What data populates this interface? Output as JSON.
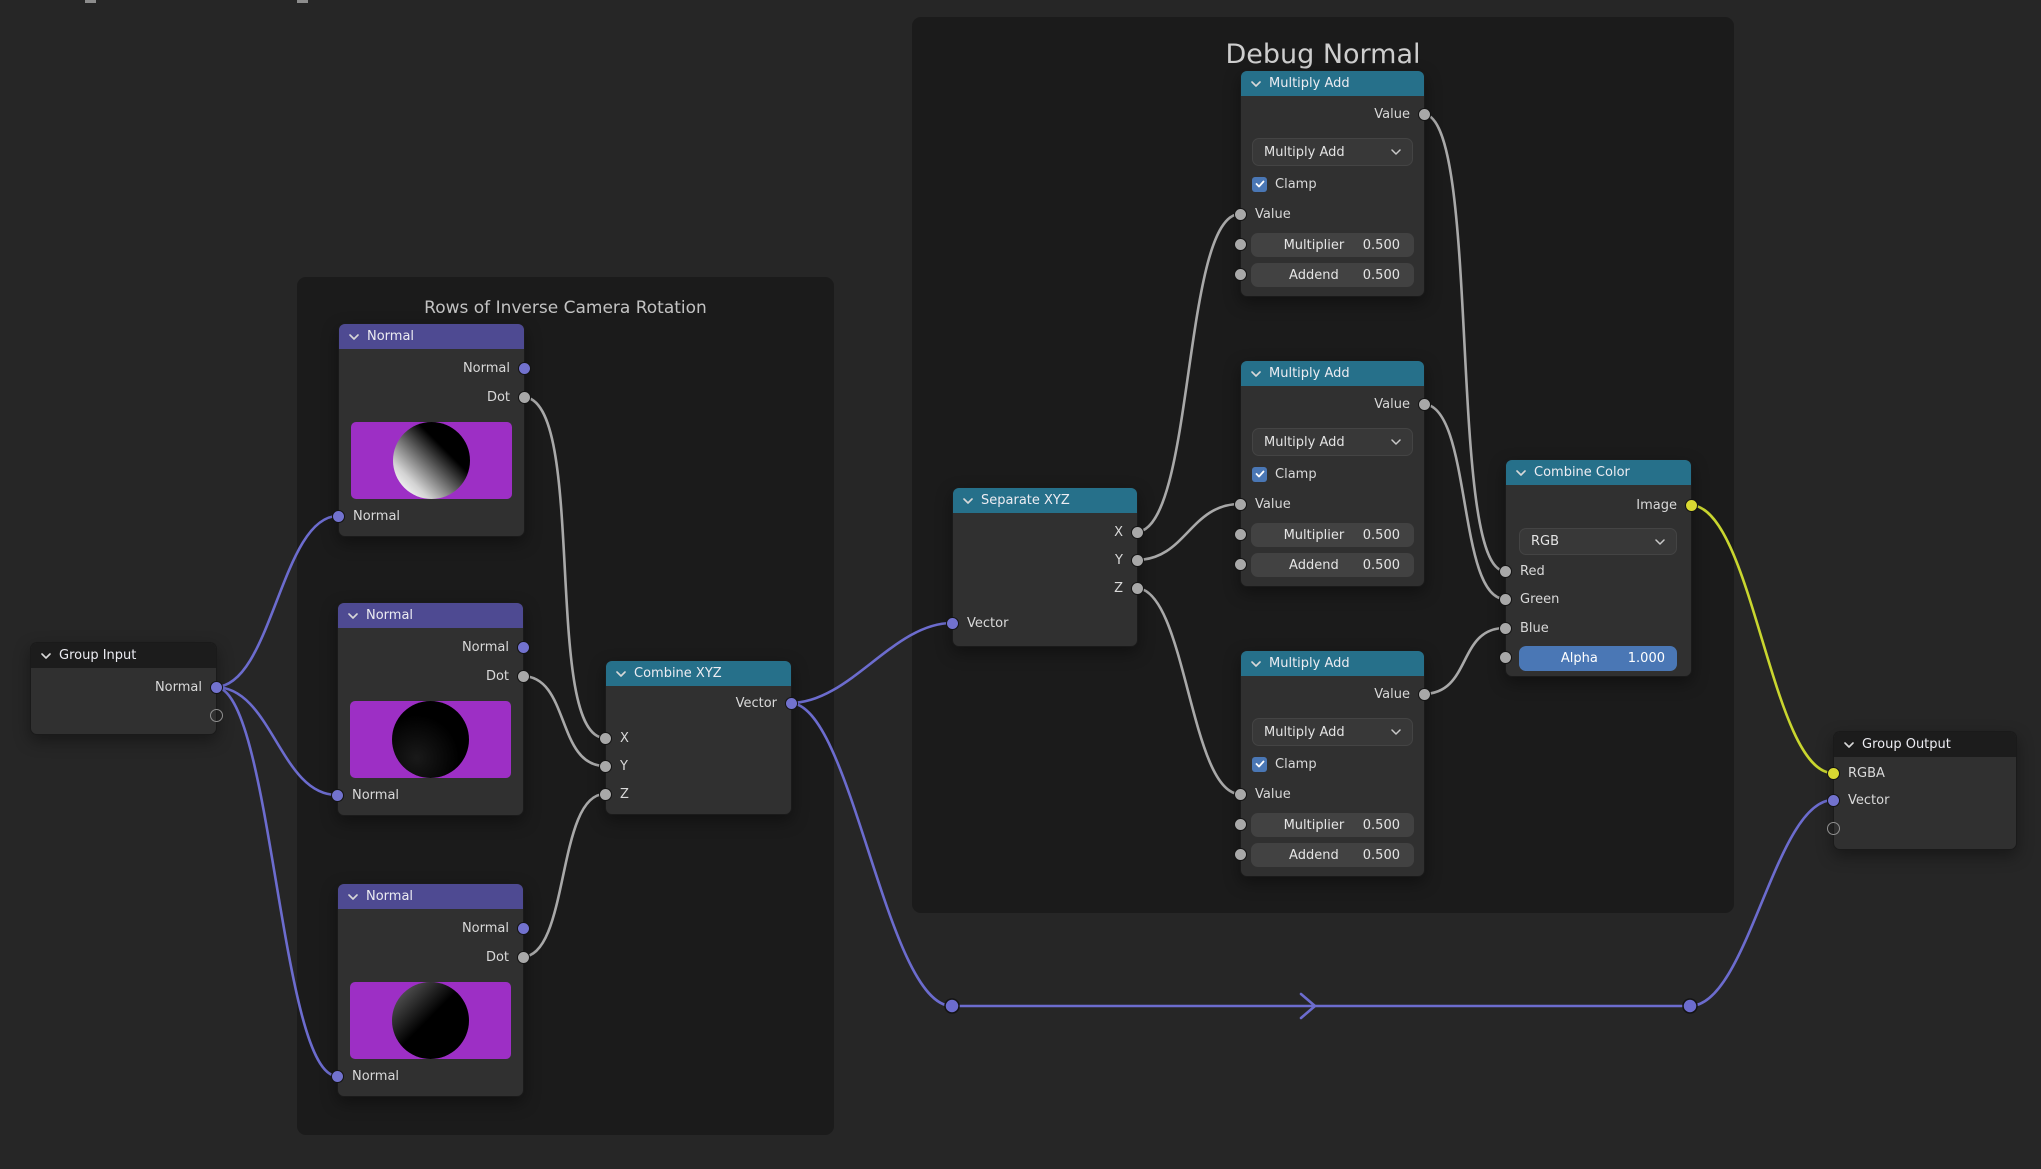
{
  "frames": {
    "rows": {
      "title": "Rows of Inverse Camera Rotation"
    },
    "debug": {
      "title": "Debug Normal"
    }
  },
  "nodes": {
    "group_input": {
      "title": "Group Input",
      "outputs": {
        "normal": "Normal"
      }
    },
    "normal": {
      "title": "Normal",
      "outputs": {
        "normal": "Normal",
        "dot": "Dot"
      },
      "inputs": {
        "normal": "Normal"
      }
    },
    "combine_xyz": {
      "title": "Combine XYZ",
      "outputs": {
        "vector": "Vector"
      },
      "inputs": {
        "x": "X",
        "y": "Y",
        "z": "Z"
      }
    },
    "separate_xyz": {
      "title": "Separate XYZ",
      "outputs": {
        "x": "X",
        "y": "Y",
        "z": "Z"
      },
      "inputs": {
        "vector": "Vector"
      }
    },
    "multiply_add": {
      "title": "Multiply Add",
      "outputs": {
        "value": "Value"
      },
      "operation": "Multiply Add",
      "clamp_label": "Clamp",
      "clamp_checked": true,
      "inputs": {
        "value": "Value",
        "multiplier_label": "Multiplier",
        "multiplier_value": "0.500",
        "addend_label": "Addend",
        "addend_value": "0.500"
      }
    },
    "combine_color": {
      "title": "Combine Color",
      "outputs": {
        "image": "Image"
      },
      "mode": "RGB",
      "inputs": {
        "red": "Red",
        "green": "Green",
        "blue": "Blue",
        "alpha_label": "Alpha",
        "alpha_value": "1.000"
      }
    },
    "group_output": {
      "title": "Group Output",
      "inputs": {
        "rgba": "RGBA",
        "vector": "Vector"
      }
    }
  },
  "normal_ball_previews": [
    "diagonal-white-to-black-gradient",
    "solid-black",
    "rim-light-upper-left"
  ],
  "links": [
    {
      "from": "Group Input.Normal",
      "to": "Normal 1.Normal",
      "type": "vector"
    },
    {
      "from": "Group Input.Normal",
      "to": "Normal 2.Normal",
      "type": "vector"
    },
    {
      "from": "Group Input.Normal",
      "to": "Normal 3.Normal",
      "type": "vector"
    },
    {
      "from": "Normal 1.Dot",
      "to": "Combine XYZ.X",
      "type": "value"
    },
    {
      "from": "Normal 2.Dot",
      "to": "Combine XYZ.Y",
      "type": "value"
    },
    {
      "from": "Normal 3.Dot",
      "to": "Combine XYZ.Z",
      "type": "value"
    },
    {
      "from": "Combine XYZ.Vector",
      "to": "Separate XYZ.Vector",
      "type": "vector"
    },
    {
      "from": "Combine XYZ.Vector",
      "to": "Group Output.Vector",
      "type": "vector",
      "via": "two reroute dots with direction arrow"
    },
    {
      "from": "Separate XYZ.X",
      "to": "Multiply Add 1.Value",
      "type": "value"
    },
    {
      "from": "Separate XYZ.Y",
      "to": "Multiply Add 2.Value",
      "type": "value"
    },
    {
      "from": "Separate XYZ.Z",
      "to": "Multiply Add 3.Value",
      "type": "value"
    },
    {
      "from": "Multiply Add 1.Value",
      "to": "Combine Color.Red",
      "type": "value"
    },
    {
      "from": "Multiply Add 2.Value",
      "to": "Combine Color.Green",
      "type": "value"
    },
    {
      "from": "Multiply Add 3.Value",
      "to": "Combine Color.Blue",
      "type": "value"
    },
    {
      "from": "Combine Color.Image",
      "to": "Group Output.RGBA",
      "type": "color"
    }
  ],
  "colors": {
    "background": "#262626",
    "frame_fill": "#1b1b1b",
    "node_body": "#303030",
    "vector_node_header": "#4e4a92",
    "converter_node_header": "#26708a",
    "group_io_header": "#1c1c1c",
    "socket_vector": "#7272ce",
    "socket_value": "#a8a8a8",
    "socket_color": "#d8d832",
    "wire_vector": "#6c6cce",
    "wire_value": "#a9a9a9",
    "wire_color": "#c9d62f",
    "normal_widget_purple": "#9d2fc5",
    "accent_blue": "#4a77b5"
  }
}
